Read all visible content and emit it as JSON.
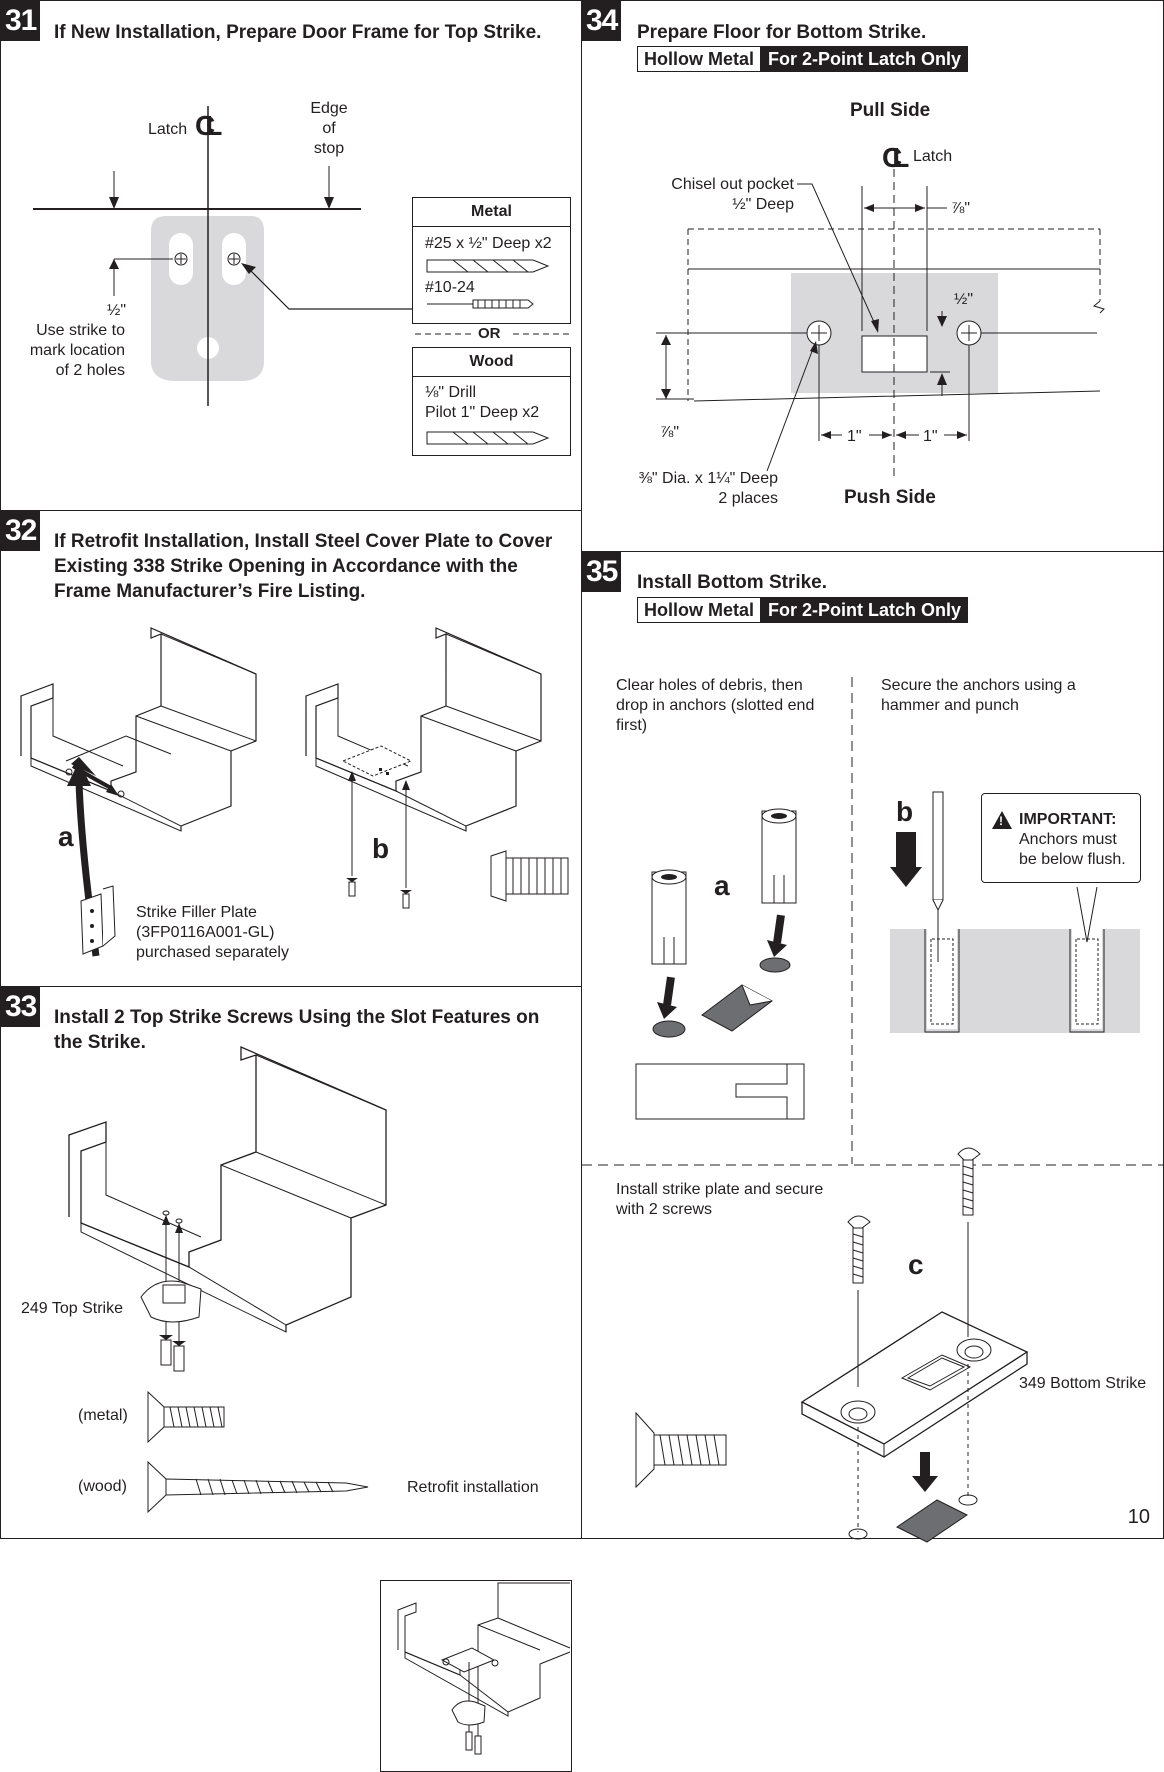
{
  "page_number": "10",
  "s31": {
    "num": "31",
    "title": "If New Installation, Prepare Door Frame for Top Strike.",
    "latch": "Latch",
    "cl": "CL",
    "edge": [
      "Edge",
      "of",
      "stop"
    ],
    "half": "½\"",
    "use_strike": [
      "Use strike to",
      "mark location",
      "of 2 holes"
    ],
    "metal_head": "Metal",
    "metal_line1": "#25 x ½\" Deep x2",
    "metal_line2": "#10-24",
    "or": "OR",
    "wood_head": "Wood",
    "wood_line1": "⅛\" Drill",
    "wood_line2": "Pilot 1\" Deep x2"
  },
  "s32": {
    "num": "32",
    "title": "If Retrofit Installation, Install Steel Cover Plate to Cover Existing 338 Strike Opening in Accordance with the Frame Manufacturer’s Fire Listing.",
    "label_a": "a",
    "label_b": "b",
    "filler": [
      "Strike Filler Plate",
      "(3FP0116A001-GL)",
      "purchased separately"
    ]
  },
  "s33": {
    "num": "33",
    "title": "Install 2 Top Strike Screws Using the Slot Features on the Strike.",
    "top_strike": "249 Top Strike",
    "metal": "(metal)",
    "wood": "(wood)",
    "retrofit": "Retrofit installation"
  },
  "s34": {
    "num": "34",
    "title": "Prepare Floor for Bottom Strike.",
    "tag_left": "Hollow Metal",
    "tag_right": "For 2-Point Latch Only",
    "pull_side": "Pull Side",
    "push_side": "Push Side",
    "cl": "CL",
    "latch": "Latch",
    "chisel": [
      "Chisel out pocket",
      "½\" Deep"
    ],
    "seven_eighths": "⅞\"",
    "half": "½\"",
    "seven_eighths_left": "⅞\"",
    "one_left": "1\"",
    "one_right": "1\"",
    "dia": [
      "⅜\" Dia. x 1¼\" Deep",
      "2 places"
    ]
  },
  "s35": {
    "num": "35",
    "title": "Install Bottom Strike.",
    "tag_left": "Hollow Metal",
    "tag_right": "For 2-Point Latch Only",
    "clear": [
      "Clear holes of debris, then",
      "drop in anchors (slotted end",
      "first)"
    ],
    "secure": [
      "Secure the anchors using a",
      "hammer and punch"
    ],
    "label_a": "a",
    "label_b": "b",
    "label_c": "c",
    "important_title": "IMPORTANT:",
    "important_body": [
      "Anchors must",
      "be below flush."
    ],
    "install": [
      "Install strike plate and secure",
      "with 2 screws"
    ],
    "bottom_strike": "349 Bottom Strike"
  },
  "colors": {
    "ink": "#231f20",
    "fill_gray": "#d9d9db",
    "dark_gray": "#6d6e71"
  }
}
